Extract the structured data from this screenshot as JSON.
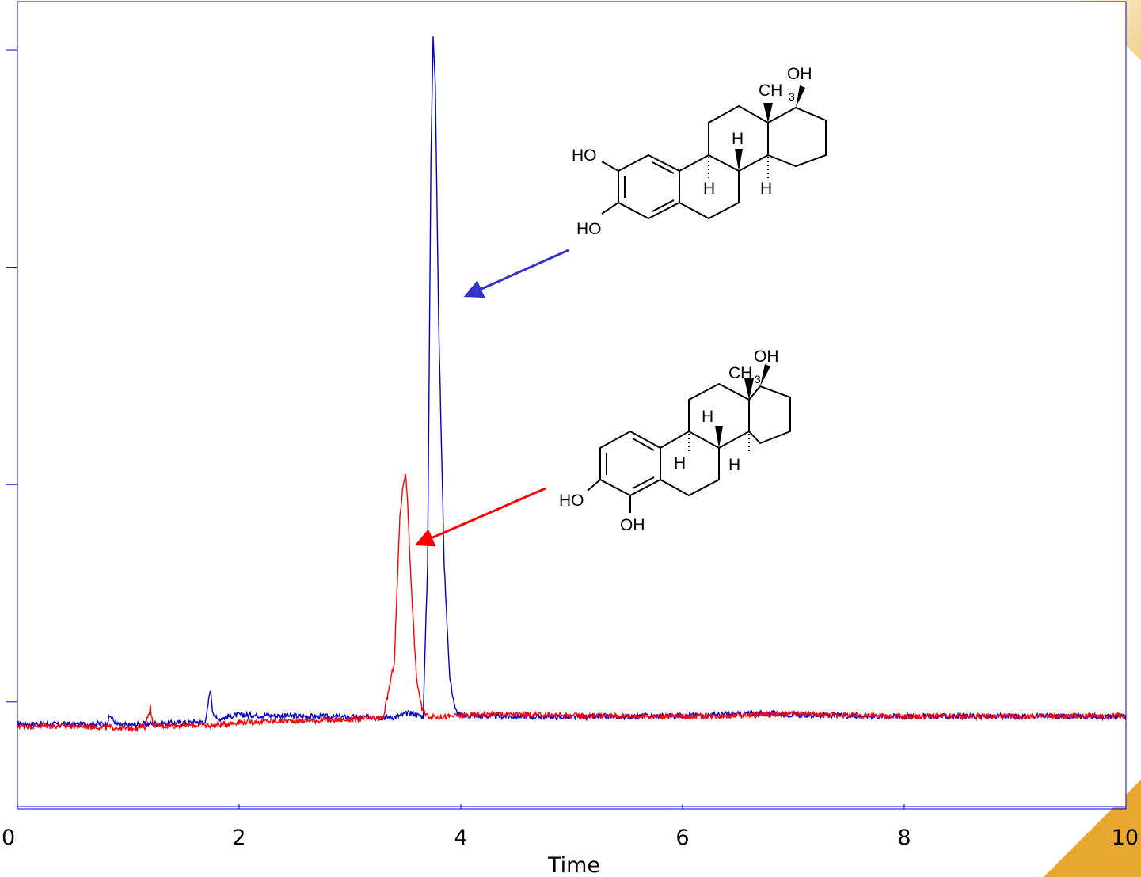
{
  "chart_data": {
    "type": "line",
    "title": "",
    "xlabel": "Time",
    "ylabel": "",
    "xlim": [
      0,
      10
    ],
    "ylim": [
      0,
      100
    ],
    "x_ticks": [
      0,
      2,
      4,
      6,
      8,
      10
    ],
    "x_tick_labels": [
      "0",
      "2",
      "4",
      "6",
      "8",
      "10"
    ],
    "y_ticks": [
      13,
      40,
      67,
      94
    ],
    "y_tick_labels": [
      "",
      "",
      "",
      ""
    ],
    "grid": false,
    "legend": "none",
    "series": [
      {
        "color": "#0000cc",
        "x": [
          0.0,
          0.5,
          0.8,
          0.84,
          0.86,
          0.9,
          1.0,
          1.2,
          1.5,
          1.7,
          1.74,
          1.76,
          1.8,
          1.9,
          2.0,
          3.0,
          3.4,
          3.55,
          3.62,
          3.66,
          3.7,
          3.73,
          3.75,
          3.77,
          3.8,
          3.85,
          3.9,
          3.95,
          4.0,
          4.5,
          5.0,
          6.0,
          6.8,
          7.0,
          8.0,
          9.0,
          10.0
        ],
        "y": [
          10.3,
          10.2,
          10.3,
          11.3,
          10.8,
          10.2,
          10.1,
          10.3,
          10.4,
          10.6,
          14.7,
          12.0,
          10.8,
          11.2,
          11.4,
          11.1,
          11.1,
          11.7,
          11.3,
          11.2,
          30.0,
          80.0,
          95.8,
          90.0,
          60.0,
          30.0,
          16.0,
          12.0,
          11.3,
          11.2,
          11.1,
          11.3,
          11.6,
          11.4,
          11.2,
          11.2,
          11.2
        ]
      },
      {
        "color": "#ff0000",
        "x": [
          0.0,
          0.5,
          0.9,
          1.0,
          1.15,
          1.2,
          1.22,
          1.3,
          1.5,
          1.8,
          2.0,
          3.0,
          3.3,
          3.4,
          3.45,
          3.48,
          3.5,
          3.52,
          3.55,
          3.6,
          3.65,
          3.7,
          3.8,
          4.0,
          4.3,
          5.0,
          6.0,
          7.0,
          8.0,
          9.0,
          10.0
        ],
        "y": [
          10.0,
          10.0,
          9.8,
          9.7,
          9.9,
          12.4,
          10.2,
          10.0,
          10.1,
          10.1,
          10.5,
          10.8,
          11.0,
          18.0,
          36.0,
          40.0,
          41.5,
          38.0,
          28.0,
          16.0,
          12.0,
          11.3,
          11.1,
          11.3,
          11.5,
          11.3,
          11.2,
          11.5,
          11.2,
          11.2,
          11.3
        ]
      }
    ],
    "annotations": {
      "upper_molecule": {
        "color": "#3333cc",
        "atoms": {
          "oh3": "HO",
          "oh2": "HO",
          "h9": "H",
          "h8": "H",
          "h14": "H",
          "ch3": "CH",
          "ch3_sub": "3",
          "oh17": "OH"
        }
      },
      "lower_molecule": {
        "color": "#ff0000",
        "atoms": {
          "oh3": "HO",
          "oh4": "OH",
          "h9": "H",
          "h8": "H",
          "h14": "H",
          "ch3": "CH",
          "ch3_sub": "3",
          "oh17": "OH"
        }
      }
    }
  },
  "decor": {
    "background_corner_color": "#e8a830"
  }
}
